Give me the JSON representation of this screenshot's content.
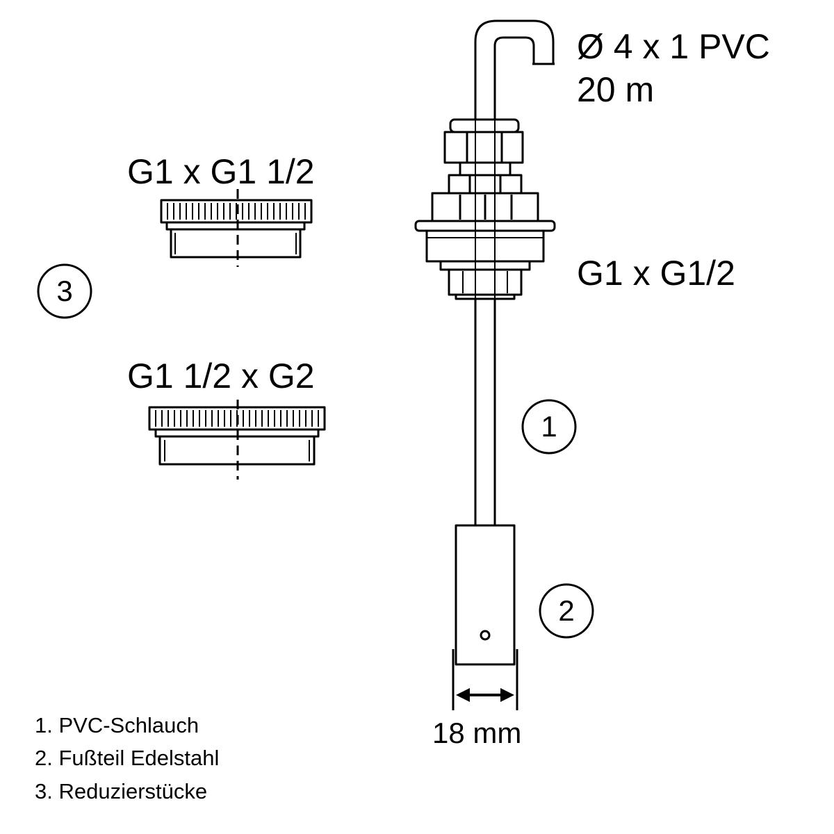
{
  "hose_label": {
    "size": "Ø 4 x 1 PVC",
    "length": "20 m"
  },
  "fitting_label": "G1 x G1/2",
  "reducers": [
    {
      "label": "G1 x G1 1/2"
    },
    {
      "label": "G1 1/2 x G2"
    }
  ],
  "callouts": {
    "one": "1",
    "two": "2",
    "three": "3"
  },
  "dimension": "18 mm",
  "legend": [
    "1. PVC-Schlauch",
    "2. Fußteil Edelstahl",
    "3. Reduzierstücke"
  ]
}
